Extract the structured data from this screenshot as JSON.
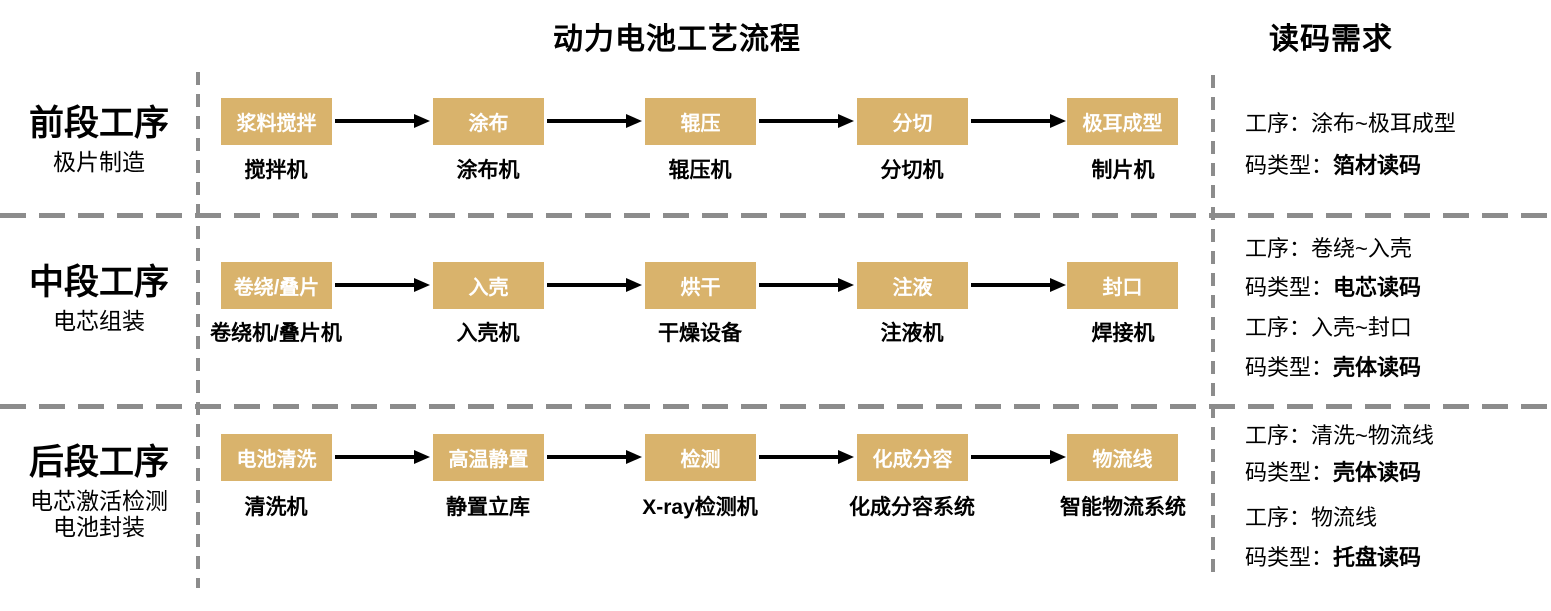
{
  "titles": {
    "flow": "动力电池工艺流程",
    "panel": "读码需求"
  },
  "colors": {
    "box_fill": "#d9b36c",
    "box_text": "#ffffff",
    "arrow": "#000000",
    "divider_dash": "#8c8c8c"
  },
  "rows": [
    {
      "stage": {
        "title": "前段工序",
        "subtitle_lines": [
          "极片制造"
        ]
      },
      "steps": [
        {
          "label": "浆料搅拌",
          "machine": "搅拌机"
        },
        {
          "label": "涂布",
          "machine": "涂布机"
        },
        {
          "label": "辊压",
          "machine": "辊压机"
        },
        {
          "label": "分切",
          "machine": "分切机"
        },
        {
          "label": "极耳成型",
          "machine": "制片机"
        }
      ],
      "requirements": [
        {
          "prefix": "工序：",
          "value": "涂布~极耳成型",
          "bold": false
        },
        {
          "prefix": "码类型：",
          "value": "箔材读码",
          "bold": true
        }
      ]
    },
    {
      "stage": {
        "title": "中段工序",
        "subtitle_lines": [
          "电芯组装"
        ]
      },
      "steps": [
        {
          "label": "卷绕/叠片",
          "machine": "卷绕机/叠片机"
        },
        {
          "label": "入壳",
          "machine": "入壳机"
        },
        {
          "label": "烘干",
          "machine": "干燥设备"
        },
        {
          "label": "注液",
          "machine": "注液机"
        },
        {
          "label": "封口",
          "machine": "焊接机"
        }
      ],
      "requirements": [
        {
          "prefix": "工序：",
          "value": "卷绕~入壳",
          "bold": false
        },
        {
          "prefix": "码类型：",
          "value": "电芯读码",
          "bold": true
        },
        {
          "prefix": "工序：",
          "value": "入壳~封口",
          "bold": false
        },
        {
          "prefix": "码类型：",
          "value": "壳体读码",
          "bold": true
        }
      ]
    },
    {
      "stage": {
        "title": "后段工序",
        "subtitle_lines": [
          "电芯激活检测",
          "电池封装"
        ]
      },
      "steps": [
        {
          "label": "电池清洗",
          "machine": "清洗机"
        },
        {
          "label": "高温静置",
          "machine": "静置立库"
        },
        {
          "label": "检测",
          "machine": "X-ray检测机"
        },
        {
          "label": "化成分容",
          "machine": "化成分容系统"
        },
        {
          "label": "物流线",
          "machine": "智能物流系统"
        }
      ],
      "requirements": [
        {
          "prefix": "工序：",
          "value": "清洗~物流线",
          "bold": false
        },
        {
          "prefix": "码类型：",
          "value": "壳体读码",
          "bold": true
        },
        {
          "prefix": "工序：",
          "value": "物流线",
          "bold": false
        },
        {
          "prefix": "码类型：",
          "value": "托盘读码",
          "bold": true
        }
      ]
    }
  ]
}
